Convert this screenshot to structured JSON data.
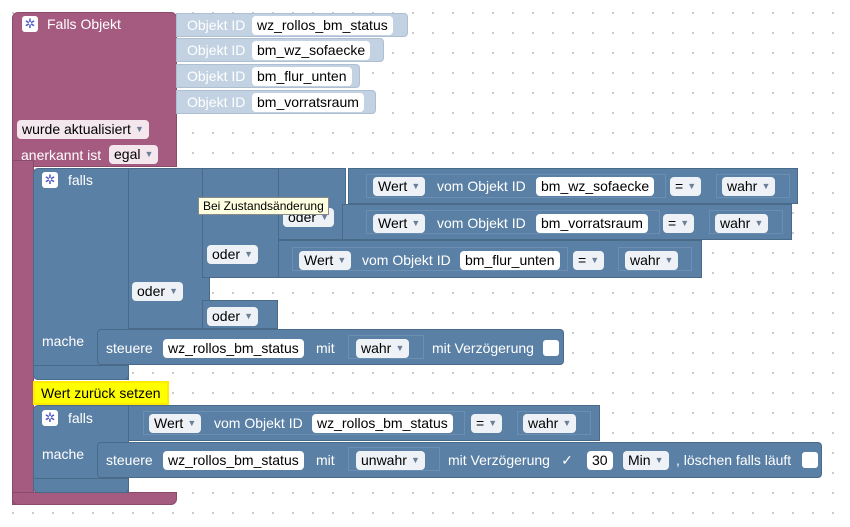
{
  "event_block": {
    "title": "Falls Objekt",
    "object_id_label": "Objekt ID",
    "object_ids": [
      "wz_rollos_bm_status",
      "bm_wz_sofaecke",
      "bm_flur_unten",
      "bm_vorratsraum"
    ],
    "trigger_dropdown": "wurde aktualisiert",
    "ack_label": "anerkannt ist",
    "ack_dropdown": "egal"
  },
  "if_block_1": {
    "falls_label": "falls",
    "mache_label": "mache",
    "tooltip": "Bei Zustandsänderung",
    "or_label": "oder",
    "conditions": [
      {
        "wert": "Wert",
        "vom_label": "vom Objekt ID",
        "object": "bm_wz_sofaecke",
        "op": "=",
        "value": "wahr"
      },
      {
        "wert": "Wert",
        "vom_label": "vom Objekt ID",
        "object": "bm_vorratsraum",
        "op": "=",
        "value": "wahr"
      },
      {
        "wert": "Wert",
        "vom_label": "vom Objekt ID",
        "object": "bm_flur_unten",
        "op": "=",
        "value": "wahr"
      }
    ],
    "action": {
      "steuere_label": "steuere",
      "object": "wz_rollos_bm_status",
      "mit_label": "mit",
      "value": "wahr",
      "delay_label": "mit Verzögerung"
    }
  },
  "comment": "Wert zurück setzen",
  "if_block_2": {
    "falls_label": "falls",
    "mache_label": "mache",
    "condition": {
      "wert": "Wert",
      "vom_label": "vom Objekt ID",
      "object": "wz_rollos_bm_status",
      "op": "=",
      "value": "wahr"
    },
    "action": {
      "steuere_label": "steuere",
      "object": "wz_rollos_bm_status",
      "mit_label": "mit",
      "value": "unwahr",
      "delay_label": "mit Verzögerung",
      "check": "✓",
      "delay_value": "30",
      "unit": "Min",
      "clear_label": ", löschen falls läuft"
    }
  },
  "colors": {
    "event": "#a55b80",
    "logic": "#5b80a5",
    "object_id": "#c3d2e2",
    "comment": "#ffff00"
  }
}
